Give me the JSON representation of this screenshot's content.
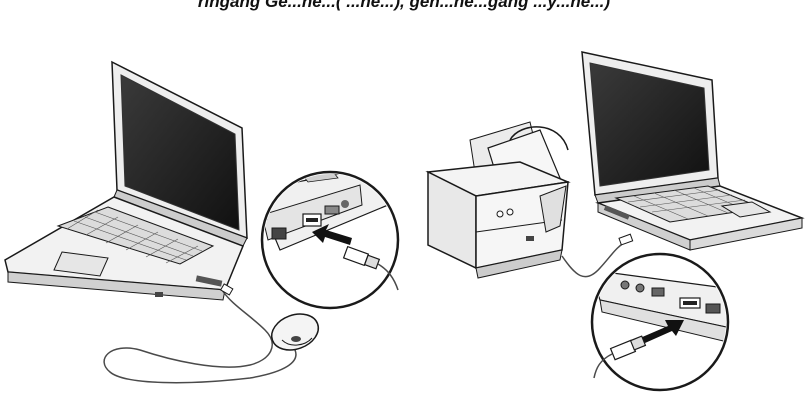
{
  "caption": {
    "text": "ringang Ge...ne...(  ...ne...), gen...ne...gang ...y...ne...)",
    "visible": true
  },
  "colors": {
    "outline": "#1a1a1a",
    "screen": "#222222",
    "body": "#f2f2f2",
    "keys": "#d9d9d9",
    "cable": "#4a4a4a",
    "arrow": "#111111"
  },
  "figures": [
    {
      "id": "laptop-left",
      "label": "",
      "device": "laptop"
    },
    {
      "id": "mouse",
      "label": "",
      "device": "usb-mouse"
    },
    {
      "id": "port-closeup-left",
      "label": "",
      "device": "usb-port-detail"
    },
    {
      "id": "printer",
      "label": "",
      "device": "printer"
    },
    {
      "id": "laptop-right",
      "label": "",
      "device": "laptop"
    },
    {
      "id": "port-closeup-right",
      "label": "",
      "device": "usb-port-detail"
    }
  ]
}
